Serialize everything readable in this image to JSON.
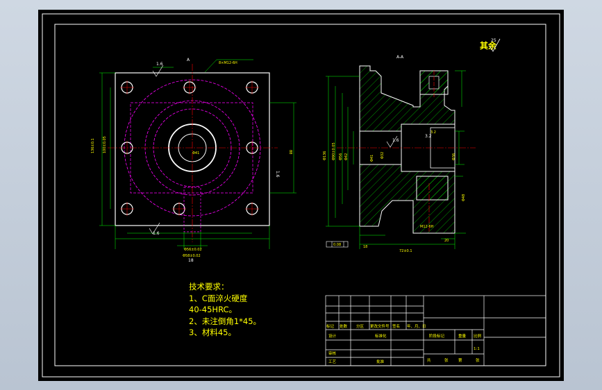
{
  "drawing": {
    "section_label": "A-A",
    "view_marker": "A",
    "other_roughness": "其余",
    "other_roughness_value": "25",
    "roughness_values": [
      "1.6",
      "1.6",
      "1.6",
      "3.2",
      "1.6"
    ],
    "colors": {
      "background": "#000000",
      "outline": "#ffffff",
      "dimension": "#00ff00",
      "centerline": "#ff0000",
      "hidden": "#ff00ff",
      "hatch": "#00ff00",
      "text": "#ffff00"
    }
  },
  "tech_notes": {
    "title": "技术要求：",
    "lines": [
      "1、C面淬火硬度",
      "40-45HRC。",
      "2、未注倒角1*45。",
      "3、材料45。"
    ]
  },
  "title_block": {
    "row_labels": [
      "标记",
      "处数",
      "分区",
      "更改文件号",
      "签名",
      "年、月、日"
    ],
    "design": "设计",
    "standardize": "标准化",
    "review": "审核",
    "process": "工艺",
    "approve": "批准",
    "stage_mark": "阶段标记",
    "weight": "重量",
    "scale": "比例",
    "scale_value": "1:1",
    "sheet_total": "共",
    "sheet": "张",
    "sheet_no": "第"
  }
}
